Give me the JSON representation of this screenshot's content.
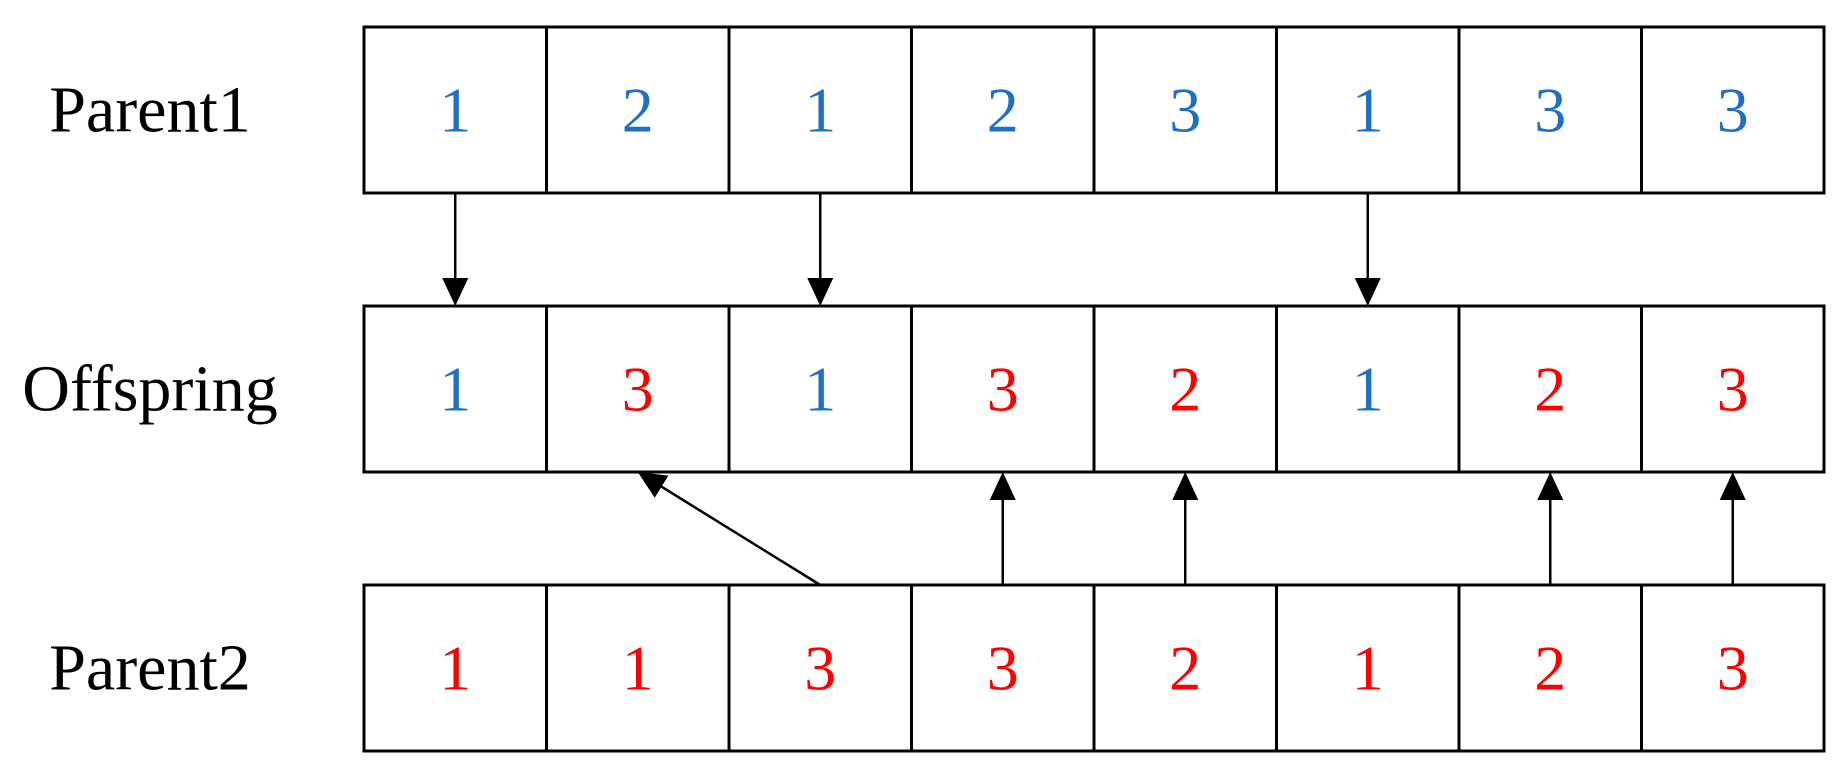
{
  "colors": {
    "parent1": "#1f6fc4",
    "parent2": "#ff0000"
  },
  "rows": [
    {
      "id": "parent1",
      "label": "Parent1",
      "genes": [
        {
          "value": "1",
          "source": "parent1"
        },
        {
          "value": "2",
          "source": "parent1"
        },
        {
          "value": "1",
          "source": "parent1"
        },
        {
          "value": "2",
          "source": "parent1"
        },
        {
          "value": "3",
          "source": "parent1"
        },
        {
          "value": "1",
          "source": "parent1"
        },
        {
          "value": "3",
          "source": "parent1"
        },
        {
          "value": "3",
          "source": "parent1"
        }
      ]
    },
    {
      "id": "offspring",
      "label": "Offspring",
      "genes": [
        {
          "value": "1",
          "source": "parent1"
        },
        {
          "value": "3",
          "source": "parent2"
        },
        {
          "value": "1",
          "source": "parent1"
        },
        {
          "value": "3",
          "source": "parent2"
        },
        {
          "value": "2",
          "source": "parent2"
        },
        {
          "value": "1",
          "source": "parent1"
        },
        {
          "value": "2",
          "source": "parent2"
        },
        {
          "value": "3",
          "source": "parent2"
        }
      ]
    },
    {
      "id": "parent2",
      "label": "Parent2",
      "genes": [
        {
          "value": "1",
          "source": "parent2"
        },
        {
          "value": "1",
          "source": "parent2"
        },
        {
          "value": "3",
          "source": "parent2"
        },
        {
          "value": "3",
          "source": "parent2"
        },
        {
          "value": "2",
          "source": "parent2"
        },
        {
          "value": "1",
          "source": "parent2"
        },
        {
          "value": "2",
          "source": "parent2"
        },
        {
          "value": "3",
          "source": "parent2"
        }
      ]
    }
  ],
  "links": [
    {
      "from_row": "parent1",
      "from_cell": 0,
      "to_row": "offspring",
      "to_cell": 0
    },
    {
      "from_row": "parent1",
      "from_cell": 2,
      "to_row": "offspring",
      "to_cell": 2
    },
    {
      "from_row": "parent1",
      "from_cell": 5,
      "to_row": "offspring",
      "to_cell": 5
    },
    {
      "from_row": "parent2",
      "from_cell": 2,
      "to_row": "offspring",
      "to_cell": 1
    },
    {
      "from_row": "parent2",
      "from_cell": 3,
      "to_row": "offspring",
      "to_cell": 3
    },
    {
      "from_row": "parent2",
      "from_cell": 4,
      "to_row": "offspring",
      "to_cell": 4
    },
    {
      "from_row": "parent2",
      "from_cell": 6,
      "to_row": "offspring",
      "to_cell": 6
    },
    {
      "from_row": "parent2",
      "from_cell": 7,
      "to_row": "offspring",
      "to_cell": 7
    }
  ]
}
